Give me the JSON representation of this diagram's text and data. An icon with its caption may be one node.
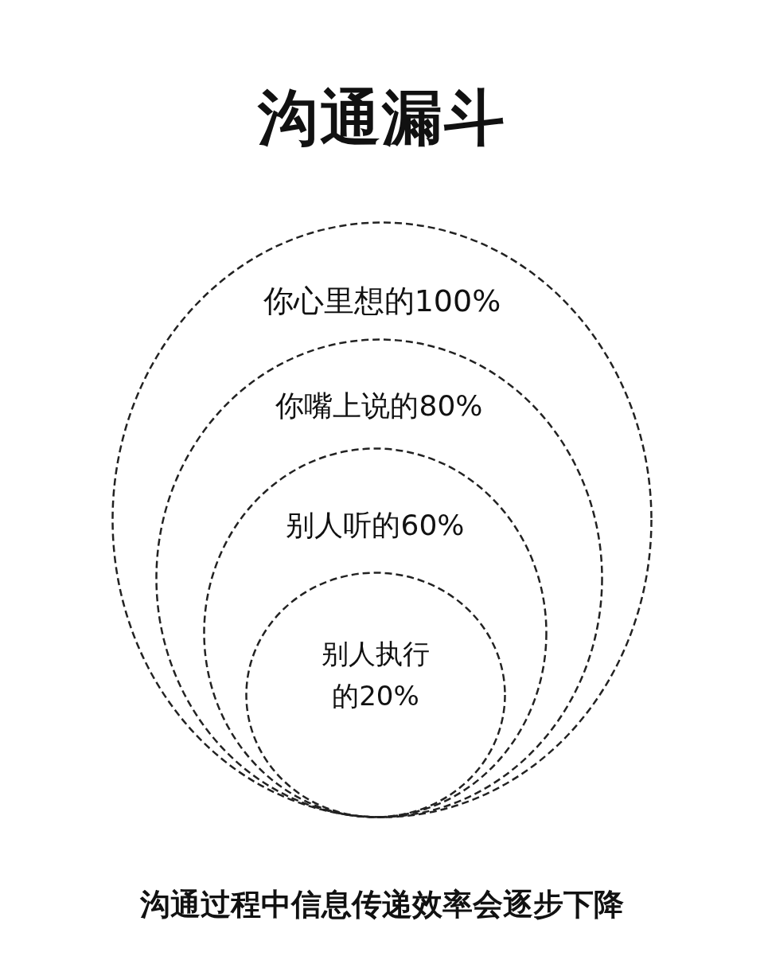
{
  "diagram": {
    "title": "沟通漏斗",
    "caption": "沟通过程中信息传递效率会逐步下降",
    "nodes": [
      {
        "text": [
          "你心里想的100%"
        ]
      },
      {
        "text": [
          "你嘴上说的80%"
        ],
        "in": 0
      },
      {
        "text": [
          "别人听的60%"
        ],
        "in": 1
      },
      {
        "text": [
          "别人执行的20%"
        ],
        "in": 2
      }
    ]
  }
}
